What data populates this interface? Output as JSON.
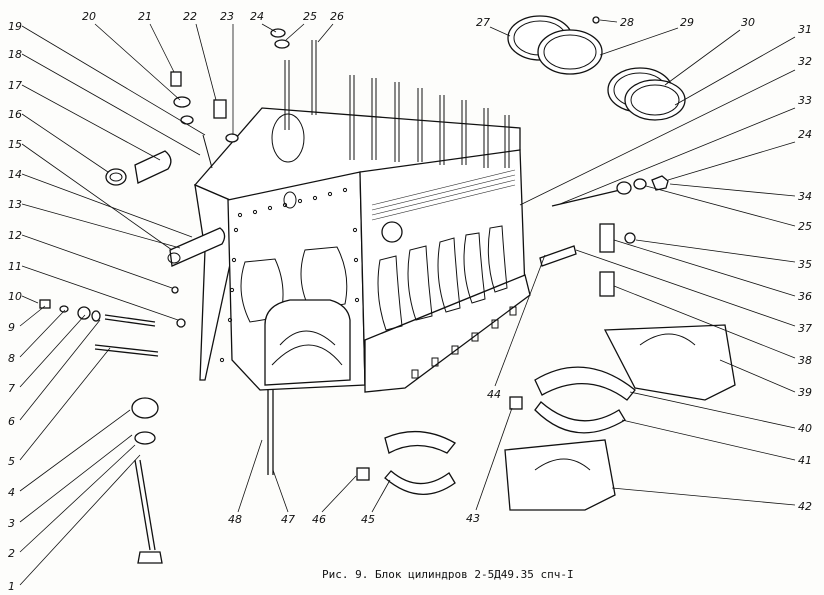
{
  "caption": "Рис. 9. Блок цилиндров 2-5Д49.35 спч-I",
  "callouts": [
    {
      "id": "1",
      "text": "1"
    },
    {
      "id": "2",
      "text": "2"
    },
    {
      "id": "3",
      "text": "3"
    },
    {
      "id": "4",
      "text": "4"
    },
    {
      "id": "5",
      "text": "5"
    },
    {
      "id": "6",
      "text": "6"
    },
    {
      "id": "7",
      "text": "7"
    },
    {
      "id": "8",
      "text": "8"
    },
    {
      "id": "9",
      "text": "9"
    },
    {
      "id": "10",
      "text": "10"
    },
    {
      "id": "11",
      "text": "11"
    },
    {
      "id": "12",
      "text": "12"
    },
    {
      "id": "13",
      "text": "13"
    },
    {
      "id": "14",
      "text": "14"
    },
    {
      "id": "15",
      "text": "15"
    },
    {
      "id": "16",
      "text": "16"
    },
    {
      "id": "17",
      "text": "17"
    },
    {
      "id": "18",
      "text": "18"
    },
    {
      "id": "19",
      "text": "19"
    },
    {
      "id": "20",
      "text": "20"
    },
    {
      "id": "21",
      "text": "21"
    },
    {
      "id": "22",
      "text": "22"
    },
    {
      "id": "23",
      "text": "23"
    },
    {
      "id": "24a",
      "text": "24"
    },
    {
      "id": "25a",
      "text": "25"
    },
    {
      "id": "26",
      "text": "26"
    },
    {
      "id": "27",
      "text": "27"
    },
    {
      "id": "28",
      "text": "28"
    },
    {
      "id": "29",
      "text": "29"
    },
    {
      "id": "30",
      "text": "30"
    },
    {
      "id": "31",
      "text": "31"
    },
    {
      "id": "32",
      "text": "32"
    },
    {
      "id": "33",
      "text": "33"
    },
    {
      "id": "24b",
      "text": "24"
    },
    {
      "id": "34",
      "text": "34"
    },
    {
      "id": "25b",
      "text": "25"
    },
    {
      "id": "35",
      "text": "35"
    },
    {
      "id": "36",
      "text": "36"
    },
    {
      "id": "37",
      "text": "37"
    },
    {
      "id": "38",
      "text": "38"
    },
    {
      "id": "39",
      "text": "39"
    },
    {
      "id": "40",
      "text": "40"
    },
    {
      "id": "41",
      "text": "41"
    },
    {
      "id": "42",
      "text": "42"
    },
    {
      "id": "43",
      "text": "43"
    },
    {
      "id": "44",
      "text": "44"
    },
    {
      "id": "45",
      "text": "45"
    },
    {
      "id": "46",
      "text": "46"
    },
    {
      "id": "47",
      "text": "47"
    },
    {
      "id": "48",
      "text": "48"
    }
  ]
}
